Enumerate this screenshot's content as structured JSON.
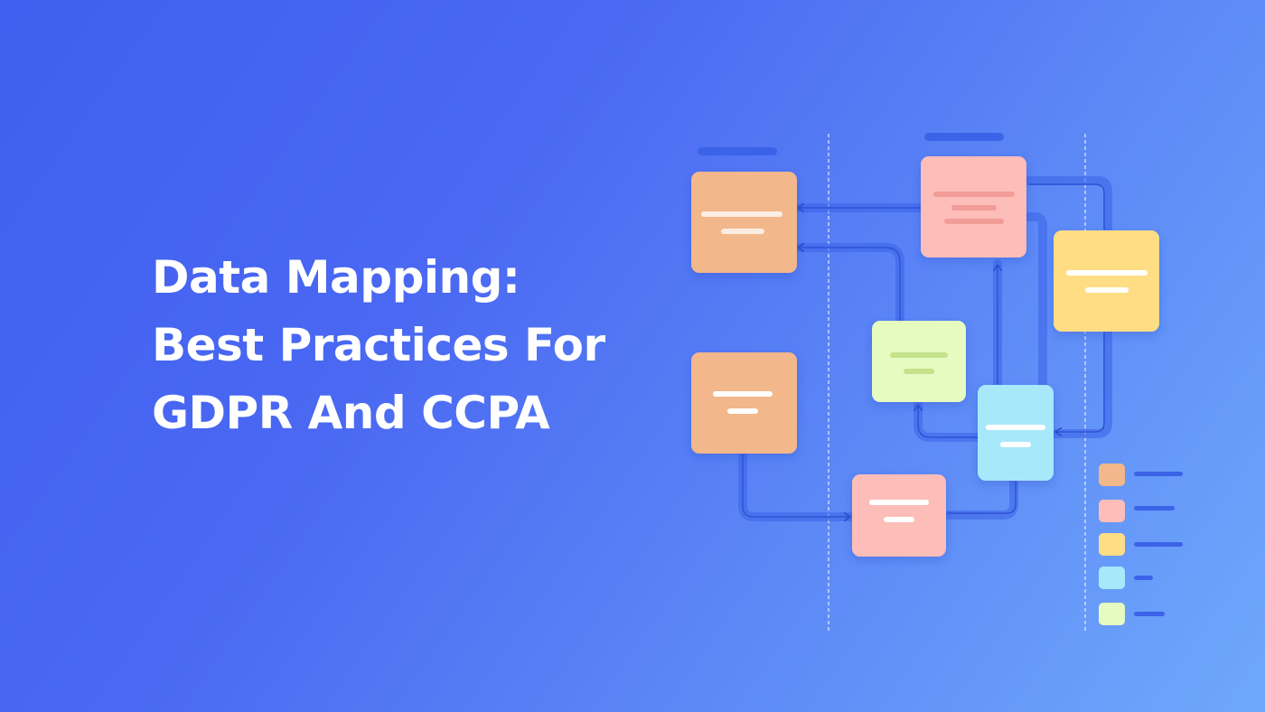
{
  "title": {
    "line1": "Data Mapping:",
    "line2": "Best Practices For",
    "line3": "GDPR And CCPA"
  },
  "colors": {
    "background_start": "#3f5ff0",
    "background_end": "#6fa8fb",
    "orange": "#f2b78a",
    "pink": "#fdbdb8",
    "yellow": "#fedd85",
    "cyan": "#a8e8fb",
    "lime": "#e6fbc0",
    "connector": "#3a63e8"
  },
  "legend": [
    {
      "color": "orange"
    },
    {
      "color": "pink"
    },
    {
      "color": "yellow"
    },
    {
      "color": "cyan"
    },
    {
      "color": "lime"
    }
  ]
}
